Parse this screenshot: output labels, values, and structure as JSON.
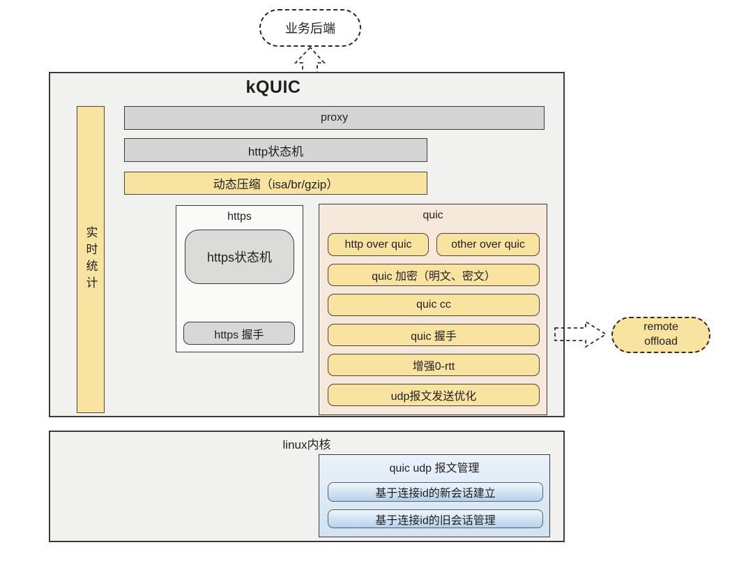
{
  "backend_pill": {
    "label": "业务后端"
  },
  "kquic": {
    "title": "kQUIC",
    "stats_bar_label": "实时统计",
    "proxy_label": "proxy",
    "http_sm_label": "http状态机",
    "compress_label": "动态压缩（isa/br/gzip）",
    "https": {
      "title": "https",
      "state_machine_label": "https状态机",
      "handshake_label": "https 握手"
    },
    "quic": {
      "title": "quic",
      "items": [
        "http over quic",
        "other over quic",
        "quic 加密（明文、密文）",
        "quic cc",
        "quic 握手",
        "增强0-rtt",
        "udp报文发送优化"
      ]
    }
  },
  "remote_offload": {
    "label": "remote\noffload"
  },
  "linux": {
    "title": "linux内核",
    "udp_manager": {
      "title": "quic udp 报文管理",
      "items": [
        "基于连接id的新会话建立",
        "基于连接id的旧会话管理"
      ]
    }
  },
  "colors": {
    "highlight_yellow": "#f8e3a0",
    "module_gray": "#d5d5d5",
    "quic_peach": "#f6e8da",
    "kernel_blue": "#cfe2f2",
    "panel_gray": "#f1f1ef",
    "line_dark": "#3a3a38"
  },
  "icons": {
    "up_arrow": "dashed-block-arrow-up",
    "right_arrow": "dashed-block-arrow-right"
  }
}
